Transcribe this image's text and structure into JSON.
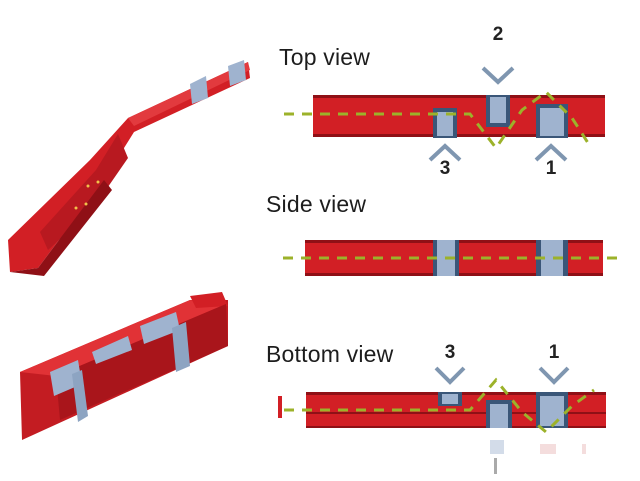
{
  "views": {
    "top": {
      "title": "Top view",
      "markers": [
        "2",
        "3",
        "1"
      ]
    },
    "side": {
      "title": "Side view"
    },
    "bottom": {
      "title": "Bottom view",
      "markers": [
        "3",
        "1"
      ]
    }
  },
  "colors": {
    "beam_red": "#d21f25",
    "beam_dark": "#8f1016",
    "patch_blue": "#9fb3cf",
    "patch_blue_dark": "#3a5678",
    "centerline_green": "#9cb22a",
    "chevron_gray": "#7f96b0"
  }
}
